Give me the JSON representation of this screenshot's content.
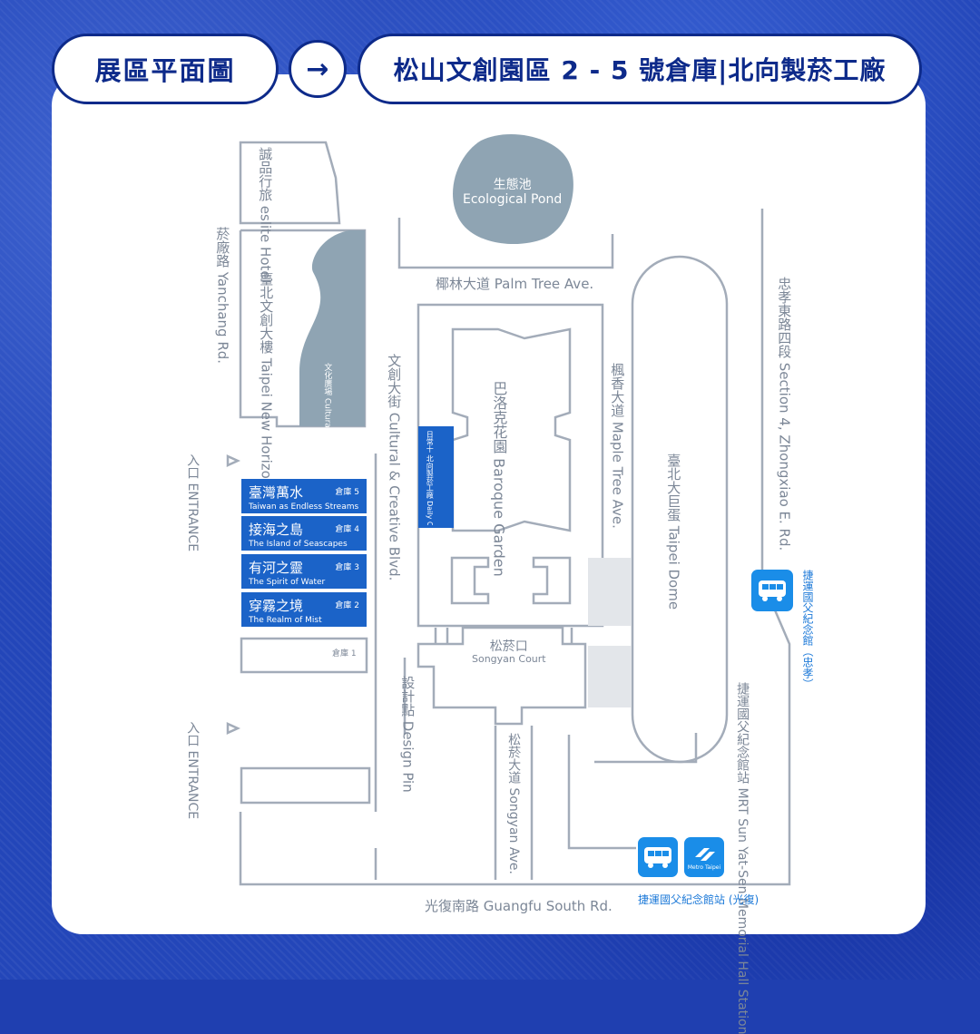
{
  "header": {
    "title": "展區平面圖",
    "arrow": "→",
    "venue": "松山文創園區 2 - 5 號倉庫|北向製菸工廠"
  },
  "map": {
    "eslite": {
      "zh": "誠品行旅",
      "en": "eslite Hotel"
    },
    "pond": {
      "zh": "生態池",
      "en": "Ecological Pond"
    },
    "yanchang": {
      "zh": "菸廠路",
      "en": "Yanchang Rd."
    },
    "new_horizon": {
      "zh": "臺北文創大樓",
      "en": "Taipei New Horizon"
    },
    "cultural_plaza": {
      "zh": "文化廣場",
      "en": "Cultural Plaza"
    },
    "palm": {
      "zh": "椰林大道",
      "en": "Palm Tree Ave."
    },
    "cultural_blvd": {
      "zh": "文創大街",
      "en": "Cultural & Creative Blvd."
    },
    "baroque": {
      "zh": "巴洛克花園",
      "en": "Baroque Garden"
    },
    "daily_cafe": {
      "zh": "日常十 北向製菸工廠",
      "en": "Daily Café × North Tobacco Factory"
    },
    "maple": {
      "zh": "楓香大道",
      "en": "Maple Tree Ave."
    },
    "dome": {
      "zh": "臺北大巨蛋",
      "en": "Taipei Dome"
    },
    "zhongxiao": {
      "zh": "忠孝東路四段",
      "en": "Section 4, Zhongxiao E. Rd."
    },
    "entrance_top": {
      "zh": "入口",
      "en": "ENTRANCE"
    },
    "entrance_bottom": {
      "zh": "入口",
      "en": "ENTRANCE"
    },
    "songyan_court": {
      "zh": "松菸口",
      "en": "Songyan Court"
    },
    "design_pin": {
      "zh": "設計點",
      "en": "Design Pin"
    },
    "songyan_ave": {
      "zh": "松菸大道",
      "en": "Songyan Ave."
    },
    "guangfu": {
      "zh": "光復南路",
      "en": "Guangfu South Rd."
    },
    "mrt_station": {
      "zh": "捷運國父紀念館站",
      "en": "MRT Sun Yat-Sen Memorial Hall Station"
    },
    "bus_zhongxiao": "捷運國父紀念館（忠孝）",
    "bus_guangfu": "捷運國父紀念館站 (光復)",
    "metro_logo_text": "Metro Taipei"
  },
  "warehouses": [
    {
      "zh": "臺灣萬水",
      "en": "Taiwan as Endless Streams",
      "no": "倉庫 5",
      "highlight": true
    },
    {
      "zh": "接海之島",
      "en": "The Island of Seascapes",
      "no": "倉庫 4",
      "highlight": true
    },
    {
      "zh": "有河之靈",
      "en": "The Spirit of Water",
      "no": "倉庫 3",
      "highlight": true
    },
    {
      "zh": "穿霧之境",
      "en": "The Realm of Mist",
      "no": "倉庫 2",
      "highlight": true
    },
    {
      "zh": "",
      "en": "",
      "no": "倉庫 1",
      "highlight": false
    }
  ],
  "colors": {
    "background": "#2346b9",
    "card": "#ffffff",
    "header_text": "#0d2a8a",
    "warehouse": "#1b63c8",
    "line": "#a3acb9",
    "label": "#7c8797",
    "plaza": "#8fa4b3",
    "transit": "#1a8de8"
  }
}
